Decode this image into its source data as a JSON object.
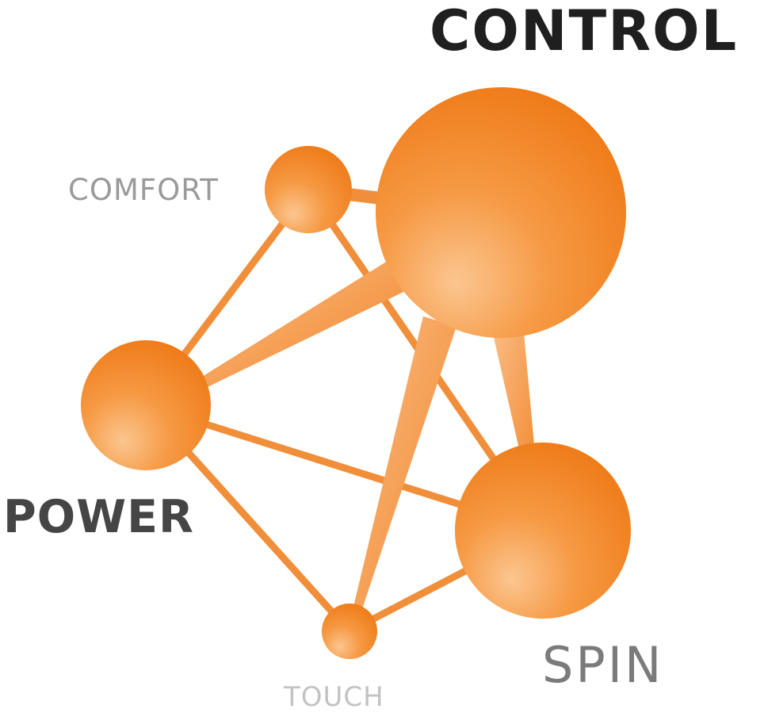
{
  "nodes": [
    {
      "id": "control",
      "label": "CONTROL",
      "level": 5
    },
    {
      "id": "comfort",
      "label": "COMFORT",
      "level": 2
    },
    {
      "id": "power",
      "label": "POWER",
      "level": 3
    },
    {
      "id": "spin",
      "label": "SPIN",
      "level": 4
    },
    {
      "id": "touch",
      "label": "TOUCH",
      "level": 1
    }
  ],
  "edges": [
    [
      "comfort",
      "control"
    ],
    [
      "comfort",
      "power"
    ],
    [
      "comfort",
      "spin"
    ],
    [
      "power",
      "control"
    ],
    [
      "power",
      "spin"
    ],
    [
      "power",
      "touch"
    ],
    [
      "control",
      "touch"
    ],
    [
      "control",
      "spin"
    ],
    [
      "touch",
      "spin"
    ]
  ],
  "colors": {
    "node_light": "#fbc690",
    "node_mid": "#f69a45",
    "node_dark": "#ef7b18",
    "edge_light": "#fbbd85",
    "edge_dark": "#f0852a",
    "label_strong": "#1f1f1f",
    "label_muted": "#9a9a9a"
  }
}
